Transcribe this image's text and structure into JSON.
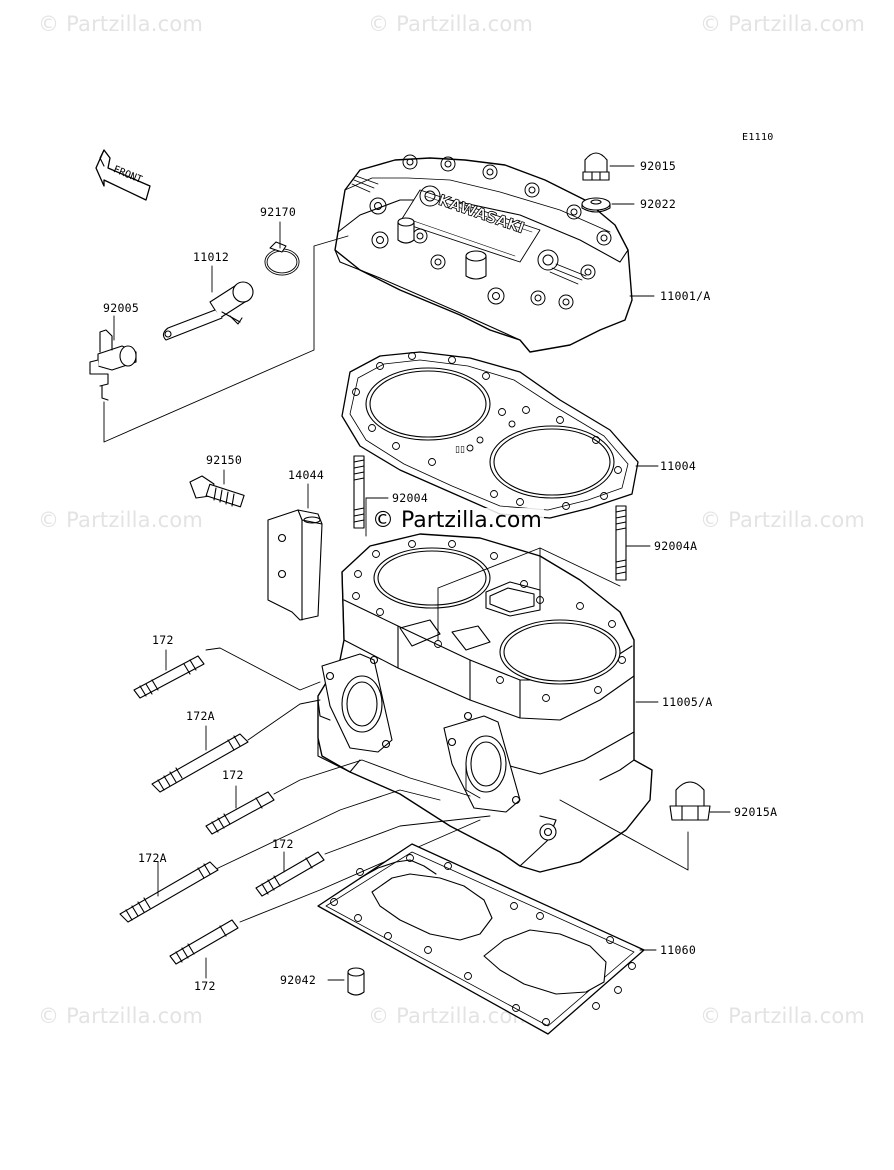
{
  "diagram_code": "E1110",
  "front_label": "FRONT",
  "cylinder_head_emboss": "KAWASAKI",
  "watermark": {
    "text": "© Partzilla.com",
    "center_text": "© Partzilla.com"
  },
  "parts": {
    "p92015": "92015",
    "p92022": "92022",
    "p92170": "92170",
    "p11012": "11012",
    "p92005": "92005",
    "p11001A": "11001/A",
    "p11004": "11004",
    "p92150": "92150",
    "p14044": "14044",
    "p92004": "92004",
    "p92004A": "92004A",
    "p172_a": "172",
    "p172A_a": "172A",
    "p172_b": "172",
    "p11005A": "11005/A",
    "p92015A": "92015A",
    "p172A_b": "172A",
    "p172_c": "172",
    "p172_d": "172",
    "p92042": "92042",
    "p11060": "11060"
  }
}
